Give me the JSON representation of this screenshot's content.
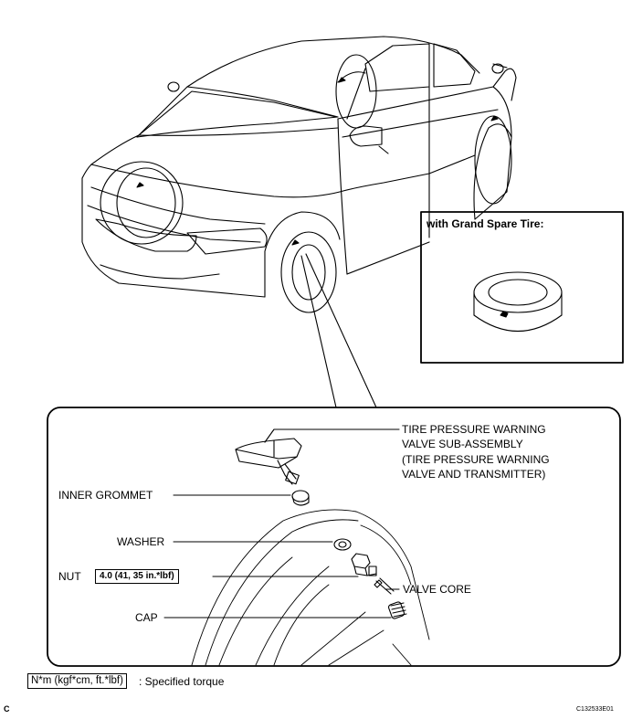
{
  "inset": {
    "title": "with Grand Spare Tire:"
  },
  "labels": {
    "tpw_valve_line1": "TIRE PRESSURE WARNING",
    "tpw_valve_line2": "VALVE SUB-ASSEMBLY",
    "tpw_valve_line3": "(TIRE PRESSURE WARNING",
    "tpw_valve_line4": "VALVE AND TRANSMITTER)",
    "inner_grommet": "INNER GROMMET",
    "washer": "WASHER",
    "nut": "NUT",
    "nut_torque": "4.0 (41, 35 in.*lbf)",
    "valve_core": "VALVE CORE",
    "cap": "CAP"
  },
  "legend": {
    "unit_box": "N*m (kgf*cm, ft.*lbf)",
    "text": ": Specified torque"
  },
  "footer": {
    "letter": "C",
    "code": "C132533E01"
  }
}
